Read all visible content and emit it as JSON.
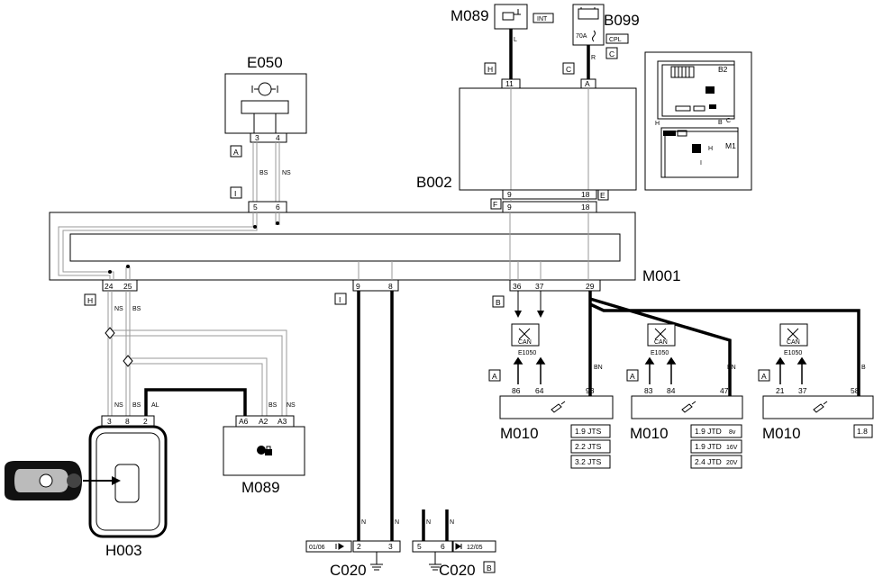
{
  "components": {
    "e050": "E050",
    "m089_top": "M089",
    "b099": "B099",
    "b002": "B002",
    "m001": "M001",
    "h003": "H003",
    "m089_bottom": "M089",
    "m010_a": "M010",
    "m010_b": "M010",
    "m010_c": "M010",
    "c020_a": "C020",
    "c020_b": "C020",
    "e1050_a": "E1050",
    "e1050_b": "E1050",
    "e1050_c": "E1050"
  },
  "tags": {
    "int": "INT",
    "cpl": "CPL",
    "fuse": "70A",
    "can": "CAN"
  },
  "connectors": {
    "a": "A",
    "b": "B",
    "c": "C",
    "e": "E",
    "f": "F",
    "h": "H",
    "i": "I"
  },
  "pins": {
    "e050_3": "3",
    "e050_4": "4",
    "m001_5": "5",
    "m001_6": "6",
    "b002_11": "11",
    "b002_a": "A",
    "b002_9": "9",
    "b002_18": "18",
    "m001_9": "9",
    "m001_18": "18",
    "m001_24": "24",
    "m001_25": "25",
    "m001_9b": "9",
    "m001_8": "8",
    "m001_36": "36",
    "m001_37": "37",
    "m001_29": "29",
    "h003_3": "3",
    "h003_8": "8",
    "h003_2": "2",
    "m089_a6": "A6",
    "m089_a2": "A2",
    "m089_a3": "A3",
    "m010a_86": "86",
    "m010a_64": "64",
    "m010a_93": "93",
    "m010b_83": "83",
    "m010b_84": "84",
    "m010b_47": "47",
    "m010c_21": "21",
    "m010c_37": "37",
    "m010c_58": "58",
    "c020_2": "2",
    "c020_3": "3",
    "c020_5": "5",
    "c020_6": "6"
  },
  "wires": {
    "l": "L",
    "r": "R",
    "bs1": "BS",
    "ns1": "NS",
    "ns2": "NS",
    "bs2": "BS",
    "ns3": "NS",
    "bs3": "BS",
    "al": "AL",
    "bs4": "BS",
    "ns4": "NS",
    "bn1": "BN",
    "bn2": "BN",
    "b": "B",
    "n1": "N",
    "n2": "N",
    "n3": "N",
    "n4": "N"
  },
  "versions": {
    "a": [
      "1.9 JTS",
      "2.2 JTS",
      "3.2 JTS"
    ],
    "b_main": [
      "1.9 JTD",
      "1.9 JTD",
      "2.4 JTD"
    ],
    "b_sub": [
      "8v",
      "16V",
      "20V"
    ],
    "c": "1.8"
  },
  "dates": {
    "from": "01/06",
    "to": "12/05"
  },
  "inset": {
    "b2": "B2",
    "m1": "M1",
    "b": "B",
    "c": "C",
    "h1": "H",
    "h2": "H",
    "i": "I"
  }
}
